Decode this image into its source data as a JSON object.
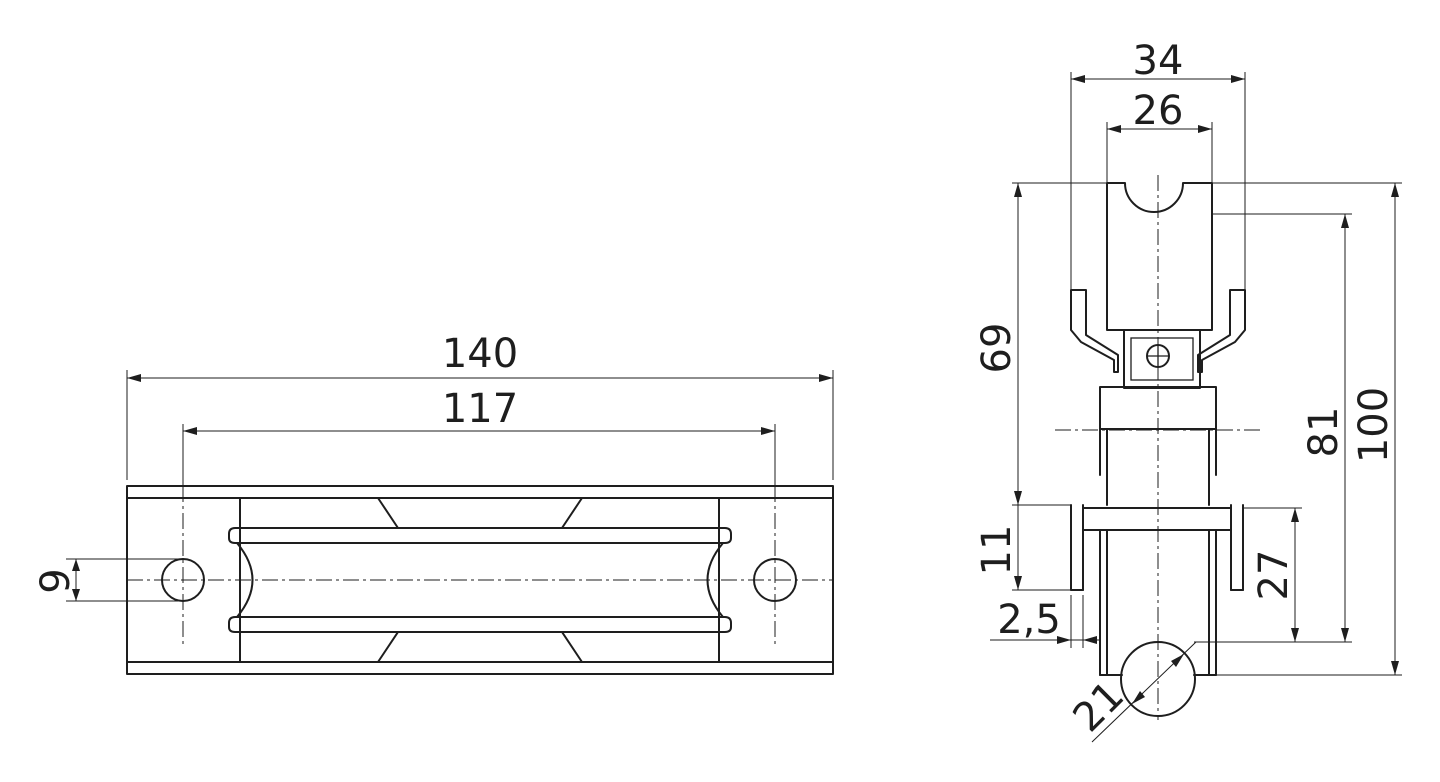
{
  "front_view": {
    "dim_overall_length": "140",
    "dim_hole_spacing": "117",
    "dim_hole_diameter": "9"
  },
  "side_view": {
    "dim_overall_width": "34",
    "dim_wheel_width": "26",
    "dim_upper_height": "69",
    "dim_bottom_offset": "11",
    "dim_plate_thickness": "2,5",
    "dim_groove_height": "81",
    "dim_overall_height": "100",
    "dim_rail_offset": "27",
    "dim_rail_diameter": "21"
  }
}
